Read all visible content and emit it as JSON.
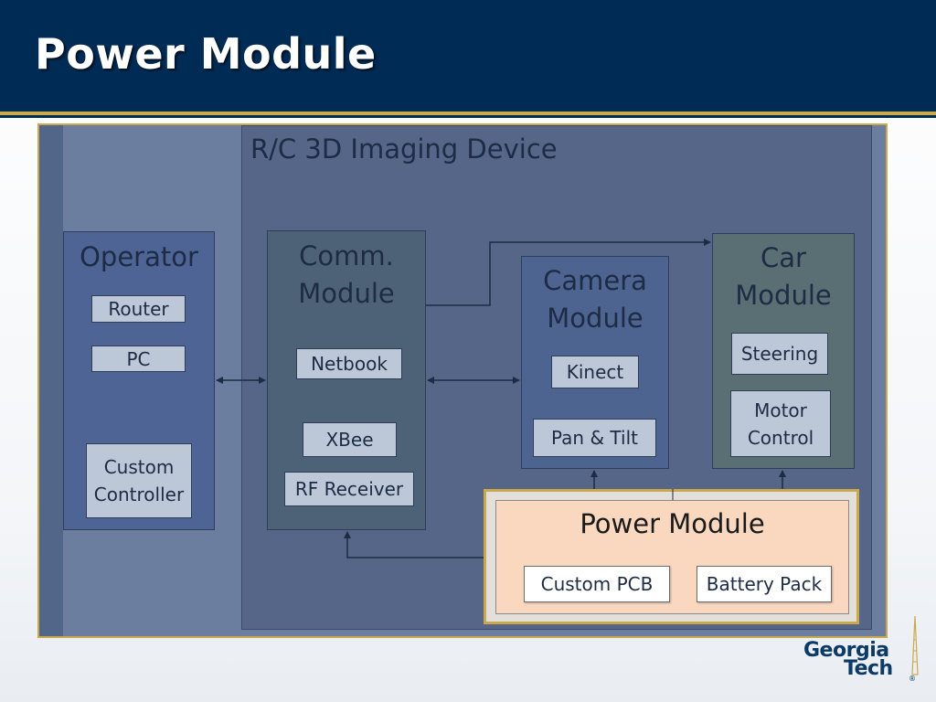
{
  "slide": {
    "title": "Power Module"
  },
  "diagram": {
    "device_title": "R/C 3D Imaging Device",
    "operator": {
      "title": "Operator",
      "components": [
        "Router",
        "PC",
        "Custom Controller"
      ]
    },
    "comm": {
      "title": "Comm. Module",
      "components": [
        "Netbook",
        "XBee",
        "RF Receiver"
      ]
    },
    "camera": {
      "title": "Camera Module",
      "components": [
        "Kinect",
        "Pan & Tilt"
      ]
    },
    "car": {
      "title": "Car Module",
      "components": [
        "Steering",
        "Motor Control"
      ]
    },
    "power": {
      "title": "Power Module",
      "components": [
        "Custom PCB",
        "Battery Pack"
      ]
    }
  },
  "logo": {
    "line1": "Georgia",
    "line2": "Tech",
    "mark": "®"
  },
  "colors": {
    "navy": "#002b55",
    "gold": "#c9a94a",
    "operator_box": "#4d6494",
    "comm_box": "#4e6277",
    "camera_box": "#4d6490",
    "car_box": "#5a6f74",
    "power_box": "#f9d8bf"
  },
  "icons": [
    "tower-icon"
  ]
}
